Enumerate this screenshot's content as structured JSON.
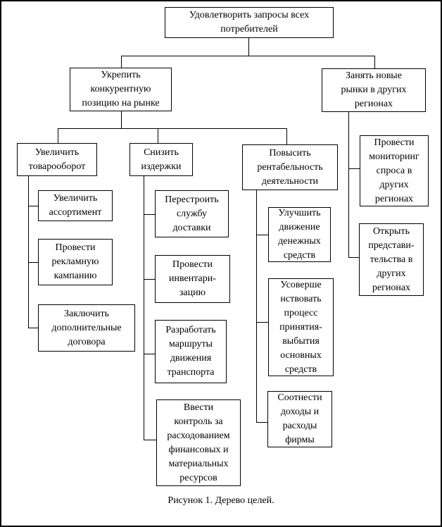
{
  "diagram": {
    "title": "Дерево целей",
    "caption": "Рисунок 1. Дерево целей.",
    "colors": {
      "line": "#000000",
      "background": "#ffffff"
    },
    "nodes": {
      "root": "Удовлетворить запросы всех\nпотребителей",
      "strengthen_position": "Укрепить\nконкурентную\nпозицию на рынке",
      "new_markets": "Занять новые\nрынки в других\nрегионах",
      "increase_turnover": "Увеличить\nтоварооборот",
      "cut_costs": "Снизить\nиздержки",
      "raise_profitability": "Повысить\nрентабельность\nдеятельности",
      "demand_monitoring": "Провести\nмониторинг\nспроса в\nдругих\nрегионах",
      "open_offices": "Открыть\nпредстави-\nтельства в\nдругих\nрегионах",
      "expand_assortment": "Увеличить\nассортимент",
      "ad_campaign": "Провести\nрекламную\nкампанию",
      "extra_contracts": "Заключить\nдополнительные\nдоговора",
      "rebuild_delivery": "Перестроить\nслужбу\nдоставки",
      "inventory_check": "Провести\nинвентари-\nзацию",
      "transport_routes": "Разработать\nмаршруты\nдвижения\nтранспорта",
      "spending_control": "Ввести\nконтроль за\nрасходованием\nфинансовых и\nматериальных\nресурсов",
      "cash_flow": "Улучшить\nдвижение\nденежных\nсредств",
      "fixed_assets": "Усоверше\nнствовать\nпроцесс\nпринятия-\nвыбытия\nосновных\nсредств",
      "income_expense": "Соотнести\nдоходы и\nрасходы\nфирмы"
    }
  }
}
